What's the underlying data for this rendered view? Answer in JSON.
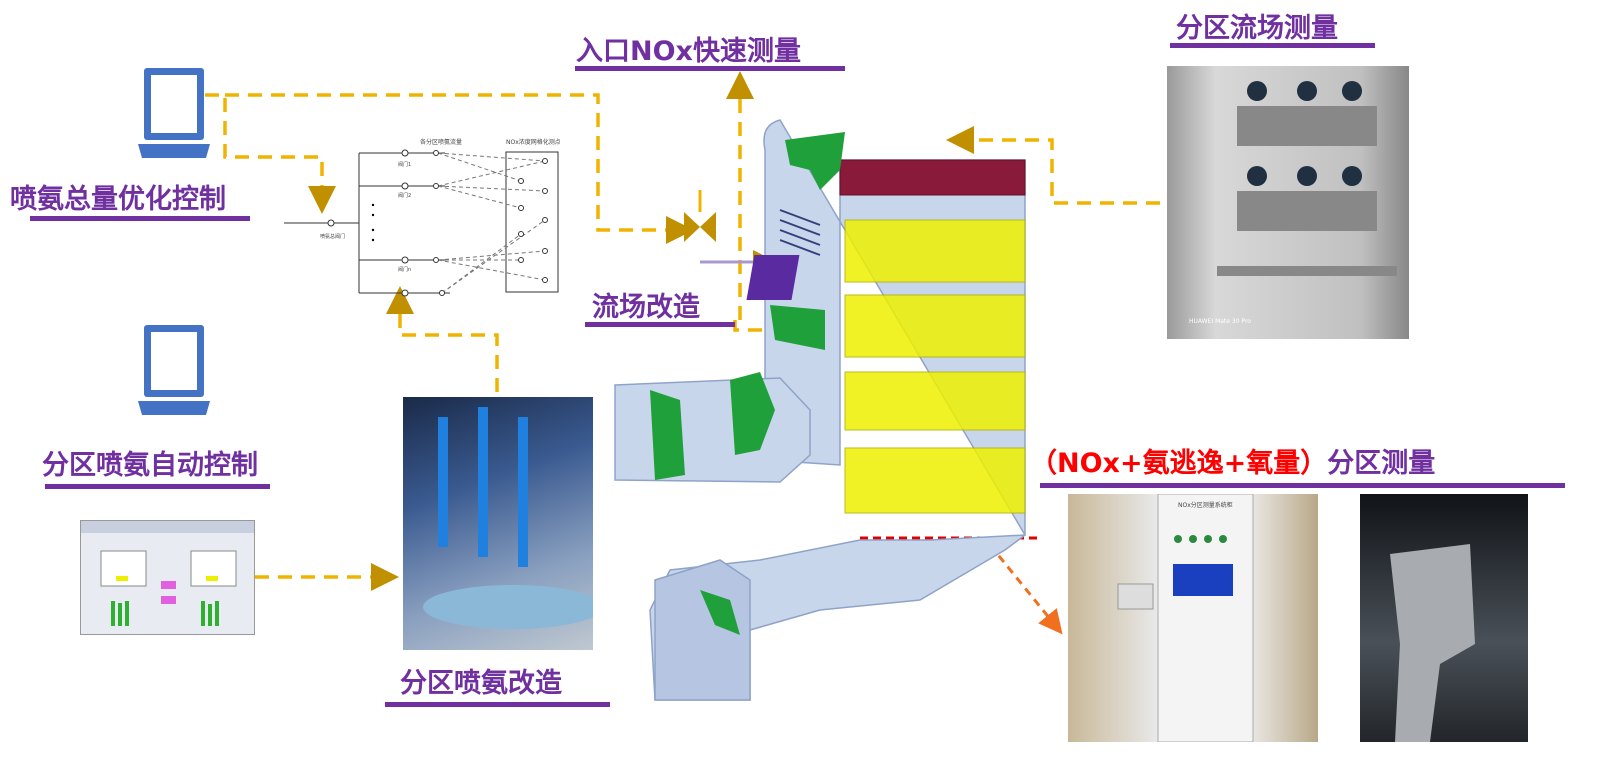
{
  "titles": {
    "total_ammonia": "喷氨总量优化控制",
    "zone_auto": "分区喷氨自动控制",
    "zone_retrofit": "分区喷氨改造",
    "inlet_nox": "入口NOx快速测量",
    "flow_retrofit": "流场改造",
    "zone_flow_measure": "分区流场测量",
    "multi_measure_red": "（NOx+氨逃逸+氧量）",
    "multi_measure_purple": "分区测量"
  },
  "schematic": {
    "header_left": "各分区喷氨流量",
    "header_right": "NOx浓度网格化测点",
    "main_valve": "喷氨总阀门",
    "valves": [
      "阀门1",
      "阀门2",
      "阀门n"
    ]
  },
  "photos": {
    "cabinet_watermark": "HUAWEI Mate 30 Pro",
    "analyzer_label": "NOx分区测量系统柜"
  },
  "colors": {
    "title": "#7030a0",
    "red_title": "#ff0000",
    "dashed_line": "#f0b400",
    "arrow": "#c09000",
    "laptop": "#4472c4",
    "catalyst_layer": "#f0f000",
    "guide_vane": "#1fa03a"
  }
}
